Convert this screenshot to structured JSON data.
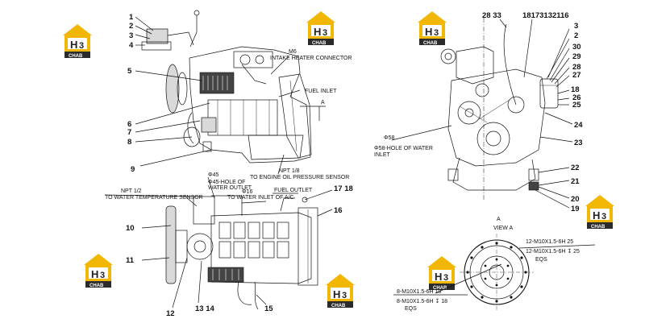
{
  "brand": {
    "logo_top": "H",
    "logo_top2": "3",
    "logo_bottom": "CHAB",
    "color_yellow": "#f2b705",
    "color_dark": "#2b2b2b"
  },
  "top_left_view": {
    "callouts": [
      "1",
      "2",
      "3",
      "4",
      "5",
      "6",
      "7",
      "8",
      "9"
    ],
    "notes": {
      "m6": "M6",
      "intake": "INTAKE HEATER CONNECTOR",
      "fuel_inlet": "FUEL INLET",
      "a_marker": "A",
      "npt18": "NPT 1/8",
      "oil_sensor": "TO ENGINE OIL PRESSURE SENSOR"
    }
  },
  "bottom_left_view": {
    "callouts": [
      "10",
      "11",
      "12",
      "13 14",
      "15",
      "16",
      "17 18"
    ],
    "notes": {
      "d45": "Φ45",
      "hole_water_outlet_1": "Φ45-HOLE OF",
      "hole_water_outlet_2": "WATER OUTLET",
      "npt12": "NPT 1/2",
      "water_temp": "TO WATER TEMPERATURE SENSOR",
      "d16": "Φ16",
      "water_ac": "TO WATER INLET OF A/C",
      "fuel_outlet": "FUEL OUTLET"
    }
  },
  "right_view": {
    "callouts_top": [
      "28 33",
      "18173132116"
    ],
    "callouts_side": [
      "3",
      "2",
      "30",
      "29",
      "28",
      "27",
      "18",
      "26",
      "25",
      "24",
      "23",
      "22",
      "21",
      "20",
      "19"
    ],
    "notes": {
      "d58": "Φ58",
      "water_inlet_1": "Φ58-HOLE OF WATER",
      "water_inlet_2": "INLET"
    }
  },
  "view_a": {
    "marker": "A",
    "title": "VIEW A",
    "notes": {
      "m10_a": "12-M10X1.5-6H   25",
      "m10_b": "12-M10X1.5-6H ↧ 25",
      "eqs_1": "EQS",
      "m8_a": "8-M10X1.5-6H   18",
      "m8_b": "8-M10X1.5-6H ↧ 18",
      "eqs_2": "EQS"
    }
  }
}
